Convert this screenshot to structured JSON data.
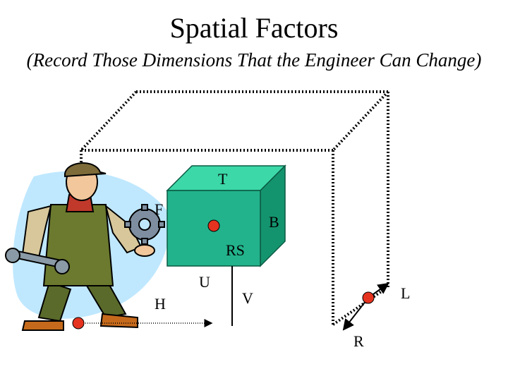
{
  "slide": {
    "title": "Spatial Factors",
    "subtitle": "(Record Those Dimensions That the Engineer Can Change)"
  },
  "labels": {
    "top": "T",
    "front": "F",
    "back": "B",
    "rs": "RS",
    "u": "U",
    "h": "H",
    "v": "V",
    "l": "L",
    "r": "R"
  },
  "colors": {
    "cube_front": "#22b38c",
    "cube_top": "#3cd8a8",
    "cube_side": "#14946e",
    "marker": "#e53320",
    "room_edges": "#000000",
    "clipart_bg": "#bfe8ff"
  },
  "icons": [
    "worker-clipart",
    "wrench-icon",
    "gear-icon"
  ]
}
